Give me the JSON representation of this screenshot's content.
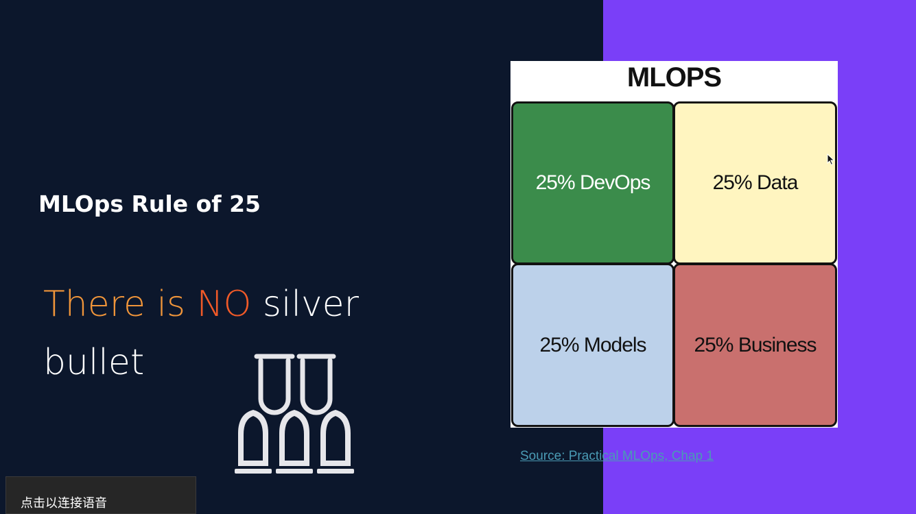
{
  "colors": {
    "background": "#0c172c",
    "accent_panel": "#7a3ff8",
    "orange": "#f0953a",
    "red_orange": "#f15a28",
    "white": "#ffffff",
    "link": "#4a9bb5"
  },
  "slide": {
    "subtitle": "MLOps Rule of 25",
    "headline": {
      "part1": "There is ",
      "part2": "NO",
      "part3": " silver",
      "part4": "bullet"
    },
    "icon": "bullets-icon"
  },
  "chart": {
    "title": "MLOPS",
    "quadrants": [
      {
        "label": "25% DevOps",
        "fill": "#3b8c4b",
        "text_color": "#ffffff"
      },
      {
        "label": "25% Data",
        "fill": "#fff5c0",
        "text_color": "#111111"
      },
      {
        "label": "25% Models",
        "fill": "#bcd1ea",
        "text_color": "#111111"
      },
      {
        "label": "25% Business",
        "fill": "#c9706e",
        "text_color": "#111111"
      }
    ]
  },
  "source": {
    "text": "Source:  Practical MLOps, Chap 1"
  },
  "voice_prompt": {
    "text": "点击以连接语音"
  }
}
